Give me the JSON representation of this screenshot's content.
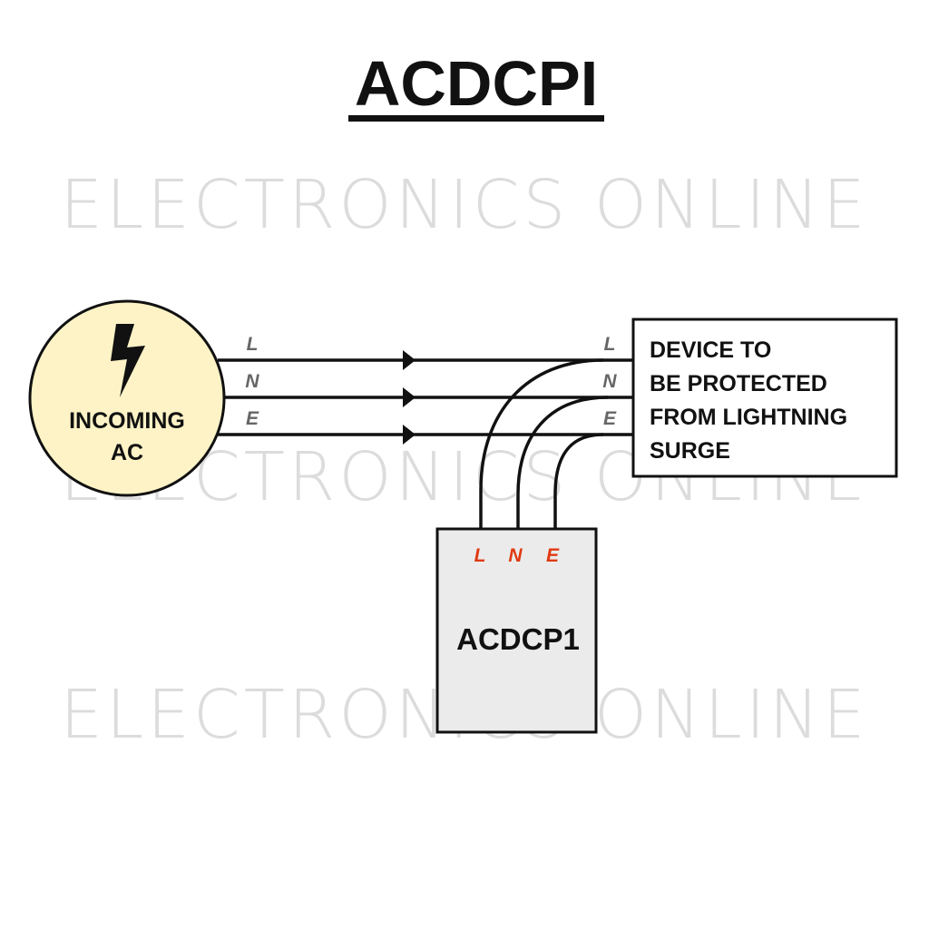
{
  "title": "ACDCPI",
  "watermark": "ELECTRONICS ONLINE",
  "source": {
    "line1": "INCOMING",
    "line2": "AC",
    "icon": "lightning-bolt-icon"
  },
  "wire_labels": [
    "L",
    "N",
    "E"
  ],
  "device": {
    "lines": [
      "DEVICE TO",
      "BE PROTECTED",
      "FROM LIGHTNING",
      "SURGE"
    ]
  },
  "protector": {
    "name": "ACDCP1",
    "terminals": [
      "L",
      "N",
      "E"
    ]
  },
  "colors": {
    "source_fill": "#fdf3c6",
    "protector_fill": "#ebebeb",
    "terminal_label": "#e03a12",
    "wire_label": "#666666",
    "watermark": "#dcdcdc"
  }
}
